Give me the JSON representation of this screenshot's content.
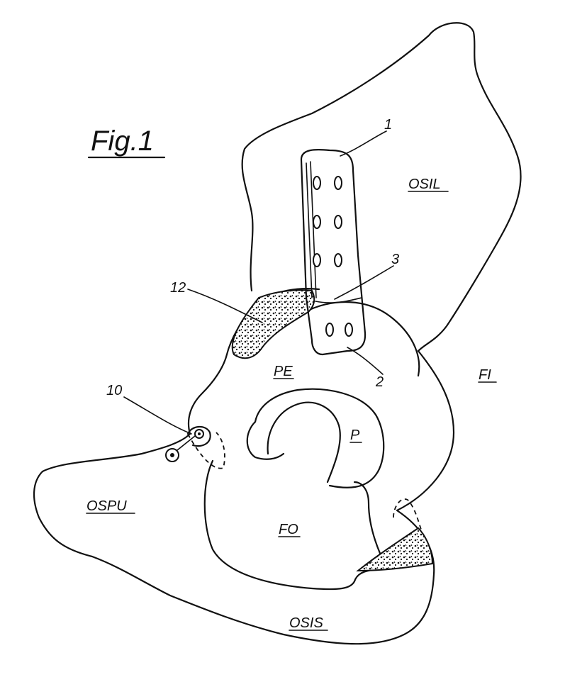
{
  "figure": {
    "title": "Fig.1"
  },
  "labels": {
    "osil": "OSIL",
    "ospu": "OSPU",
    "osis": "OSIS",
    "pe": "PE",
    "p": "P",
    "fo": "FO",
    "fi": "FI"
  },
  "references": {
    "r1": "1",
    "r2": "2",
    "r3": "3",
    "r10": "10",
    "r12": "12"
  }
}
